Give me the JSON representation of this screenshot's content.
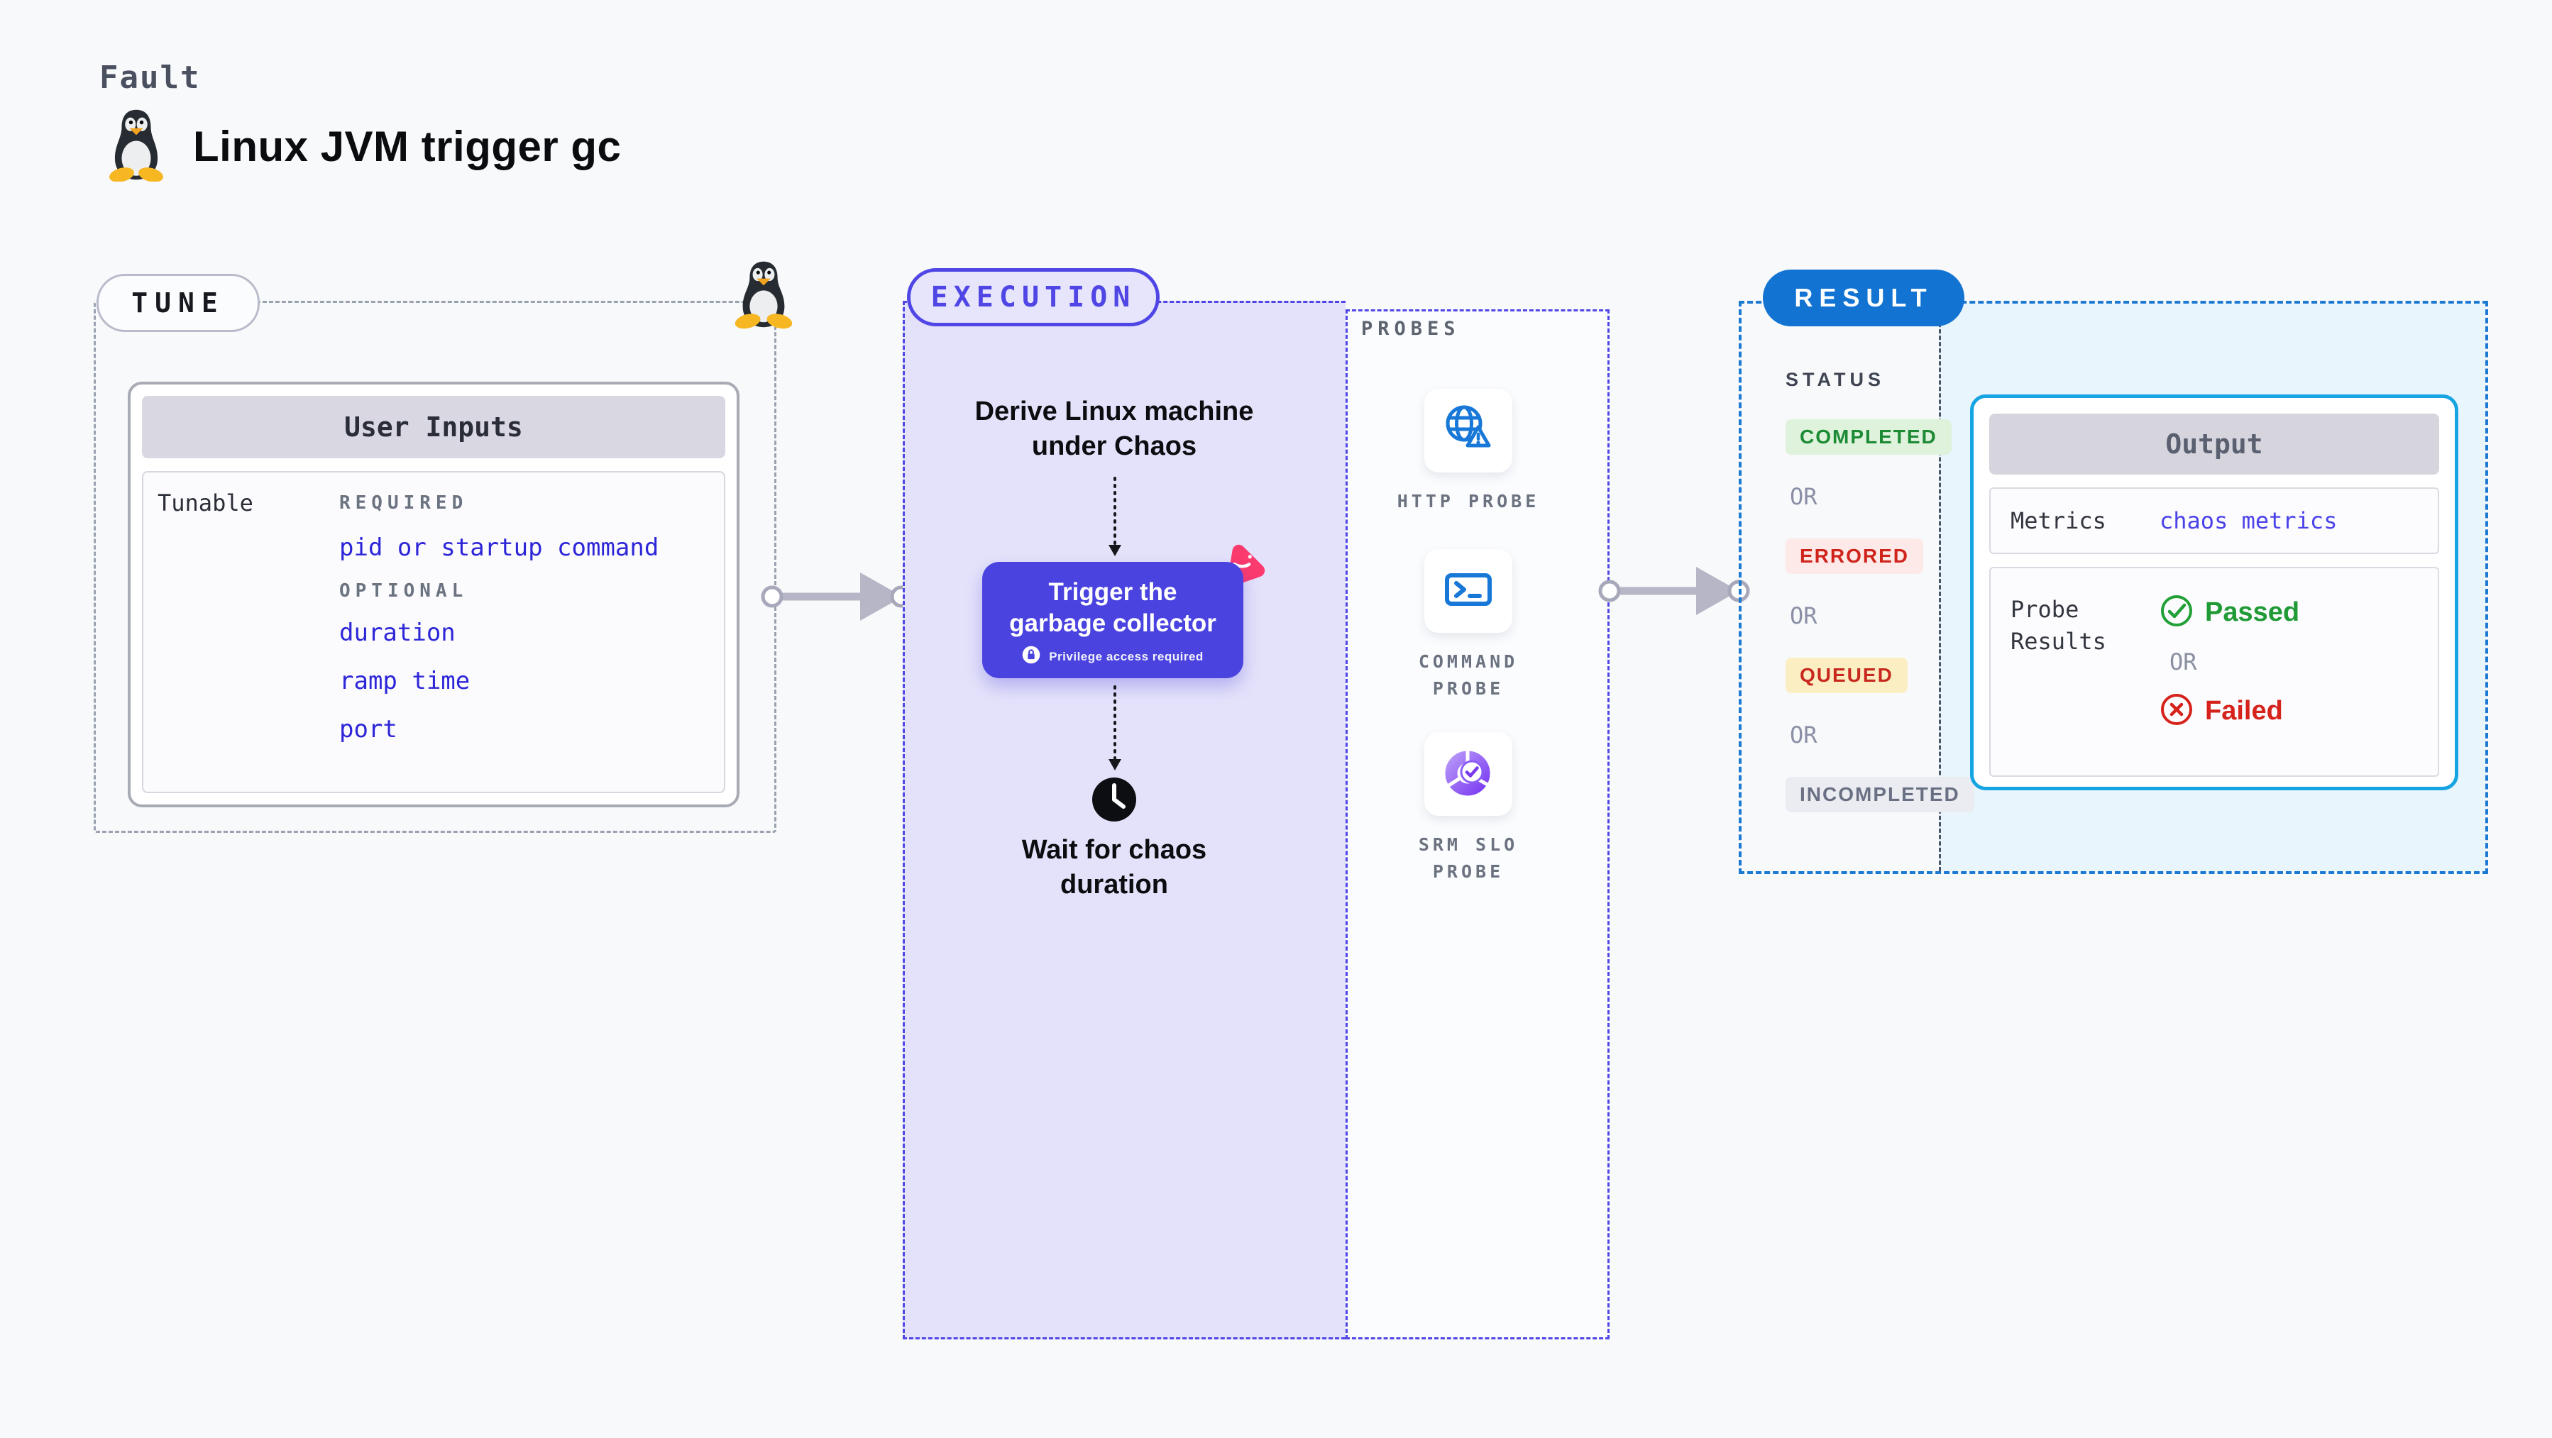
{
  "header": {
    "eyebrow": "Fault",
    "title": "Linux JVM trigger gc",
    "title_icon": "tux-icon"
  },
  "tune": {
    "pill_label": "TUNE",
    "card_title": "User Inputs",
    "row_label": "Tunable",
    "required_label": "REQUIRED",
    "required_items": [
      "pid or startup command"
    ],
    "optional_label": "OPTIONAL",
    "optional_items": [
      "duration",
      "ramp time",
      "port"
    ]
  },
  "execution": {
    "pill_label": "EXECUTION",
    "step_derive": "Derive Linux machine\nunder Chaos",
    "action_label": "Trigger the\ngarbage collector",
    "action_badge": "Privilege access required",
    "step_wait": "Wait for chaos\nduration"
  },
  "probes": {
    "section_label": "PROBES",
    "items": [
      {
        "label": "HTTP PROBE",
        "icon": "globe-alert-icon"
      },
      {
        "label": "COMMAND\nPROBE",
        "icon": "terminal-icon"
      },
      {
        "label": "SRM SLO\nPROBE",
        "icon": "slo-donut-icon"
      }
    ]
  },
  "result": {
    "pill_label": "RESULT",
    "status_label": "STATUS",
    "or_label": "OR",
    "statuses": [
      {
        "label": "COMPLETED",
        "bg": "#def2dc",
        "color": "#1d8a34"
      },
      {
        "label": "ERRORED",
        "bg": "#fde9e7",
        "color": "#cf231c"
      },
      {
        "label": "QUEUED",
        "bg": "#fbeec3",
        "color": "#c8281e"
      },
      {
        "label": "INCOMPLETED",
        "bg": "#ebecf2",
        "color": "#6a7083"
      }
    ],
    "output": {
      "title": "Output",
      "metrics_label": "Metrics",
      "metrics_value": "chaos metrics",
      "probe_results_label": "Probe\nResults",
      "passed_label": "Passed",
      "or_label": "OR",
      "failed_label": "Failed"
    }
  },
  "colors": {
    "page_bg": "#f8f9fb",
    "accent_indigo": "#4f46e5",
    "button_indigo": "#4a43df",
    "execution_bg": "#e4e2fa",
    "result_blue": "#1273d2",
    "result_dash": "#1c7ad2",
    "cyan_border": "#16a5e2",
    "cyan_bg": "#e8f5fc",
    "link_blue": "#2d26d8",
    "passed_green": "#1f9a35",
    "failed_red": "#d5231b",
    "arrow_gray": "#b6b6c6",
    "chaos_pink": "#fb3a6e",
    "tune_dash_gray": "#9aa2b0"
  }
}
